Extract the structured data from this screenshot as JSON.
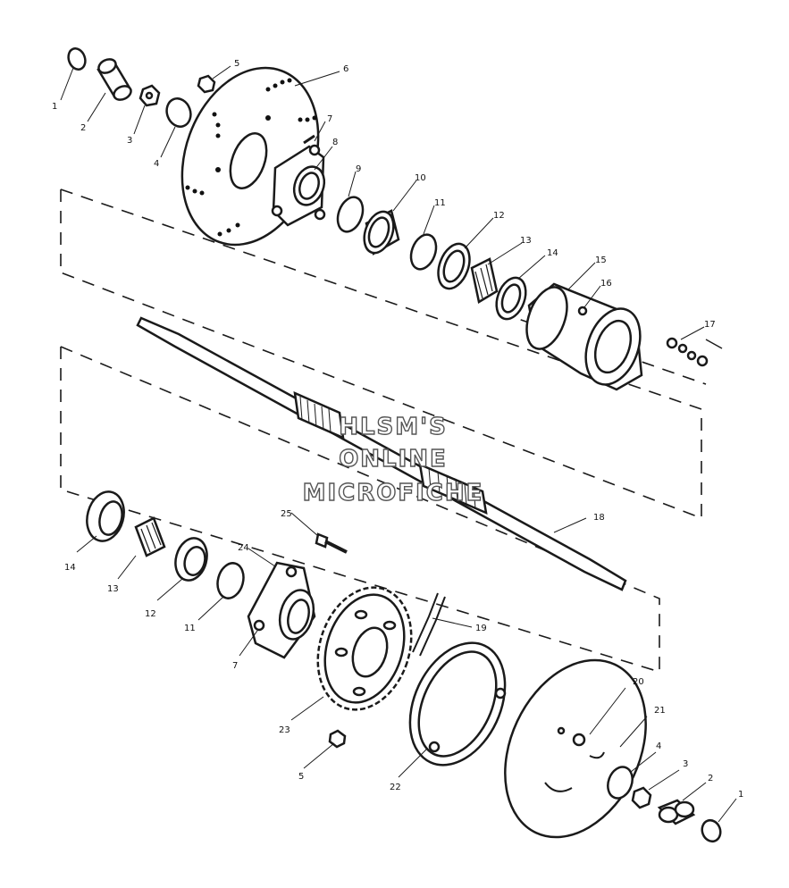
{
  "watermark": [
    "HLSM'S",
    "ONLINE",
    "MICROFICHE"
  ],
  "callouts": {
    "top_1": "1",
    "top_2": "2",
    "top_3": "3",
    "top_4": "4",
    "top_5": "5",
    "top_6": "6",
    "top_7": "7",
    "top_8": "8",
    "top_9": "9",
    "top_10": "10",
    "top_11": "11",
    "top_12": "12",
    "top_13": "13",
    "top_14": "14",
    "top_15": "15",
    "top_16": "16",
    "top_17": "17",
    "axle_18": "18",
    "top_19": "19",
    "bot_14": "14",
    "bot_13": "13",
    "bot_12": "12",
    "bot_11": "11",
    "bot_25": "25",
    "bot_24": "24",
    "bot_7": "7",
    "bot_23": "23",
    "bot_5": "5",
    "bot_22": "22",
    "bot_20": "20",
    "bot_21": "21",
    "bot_4": "4",
    "bot_3": "3",
    "bot_2": "2",
    "bot_1": "1"
  }
}
